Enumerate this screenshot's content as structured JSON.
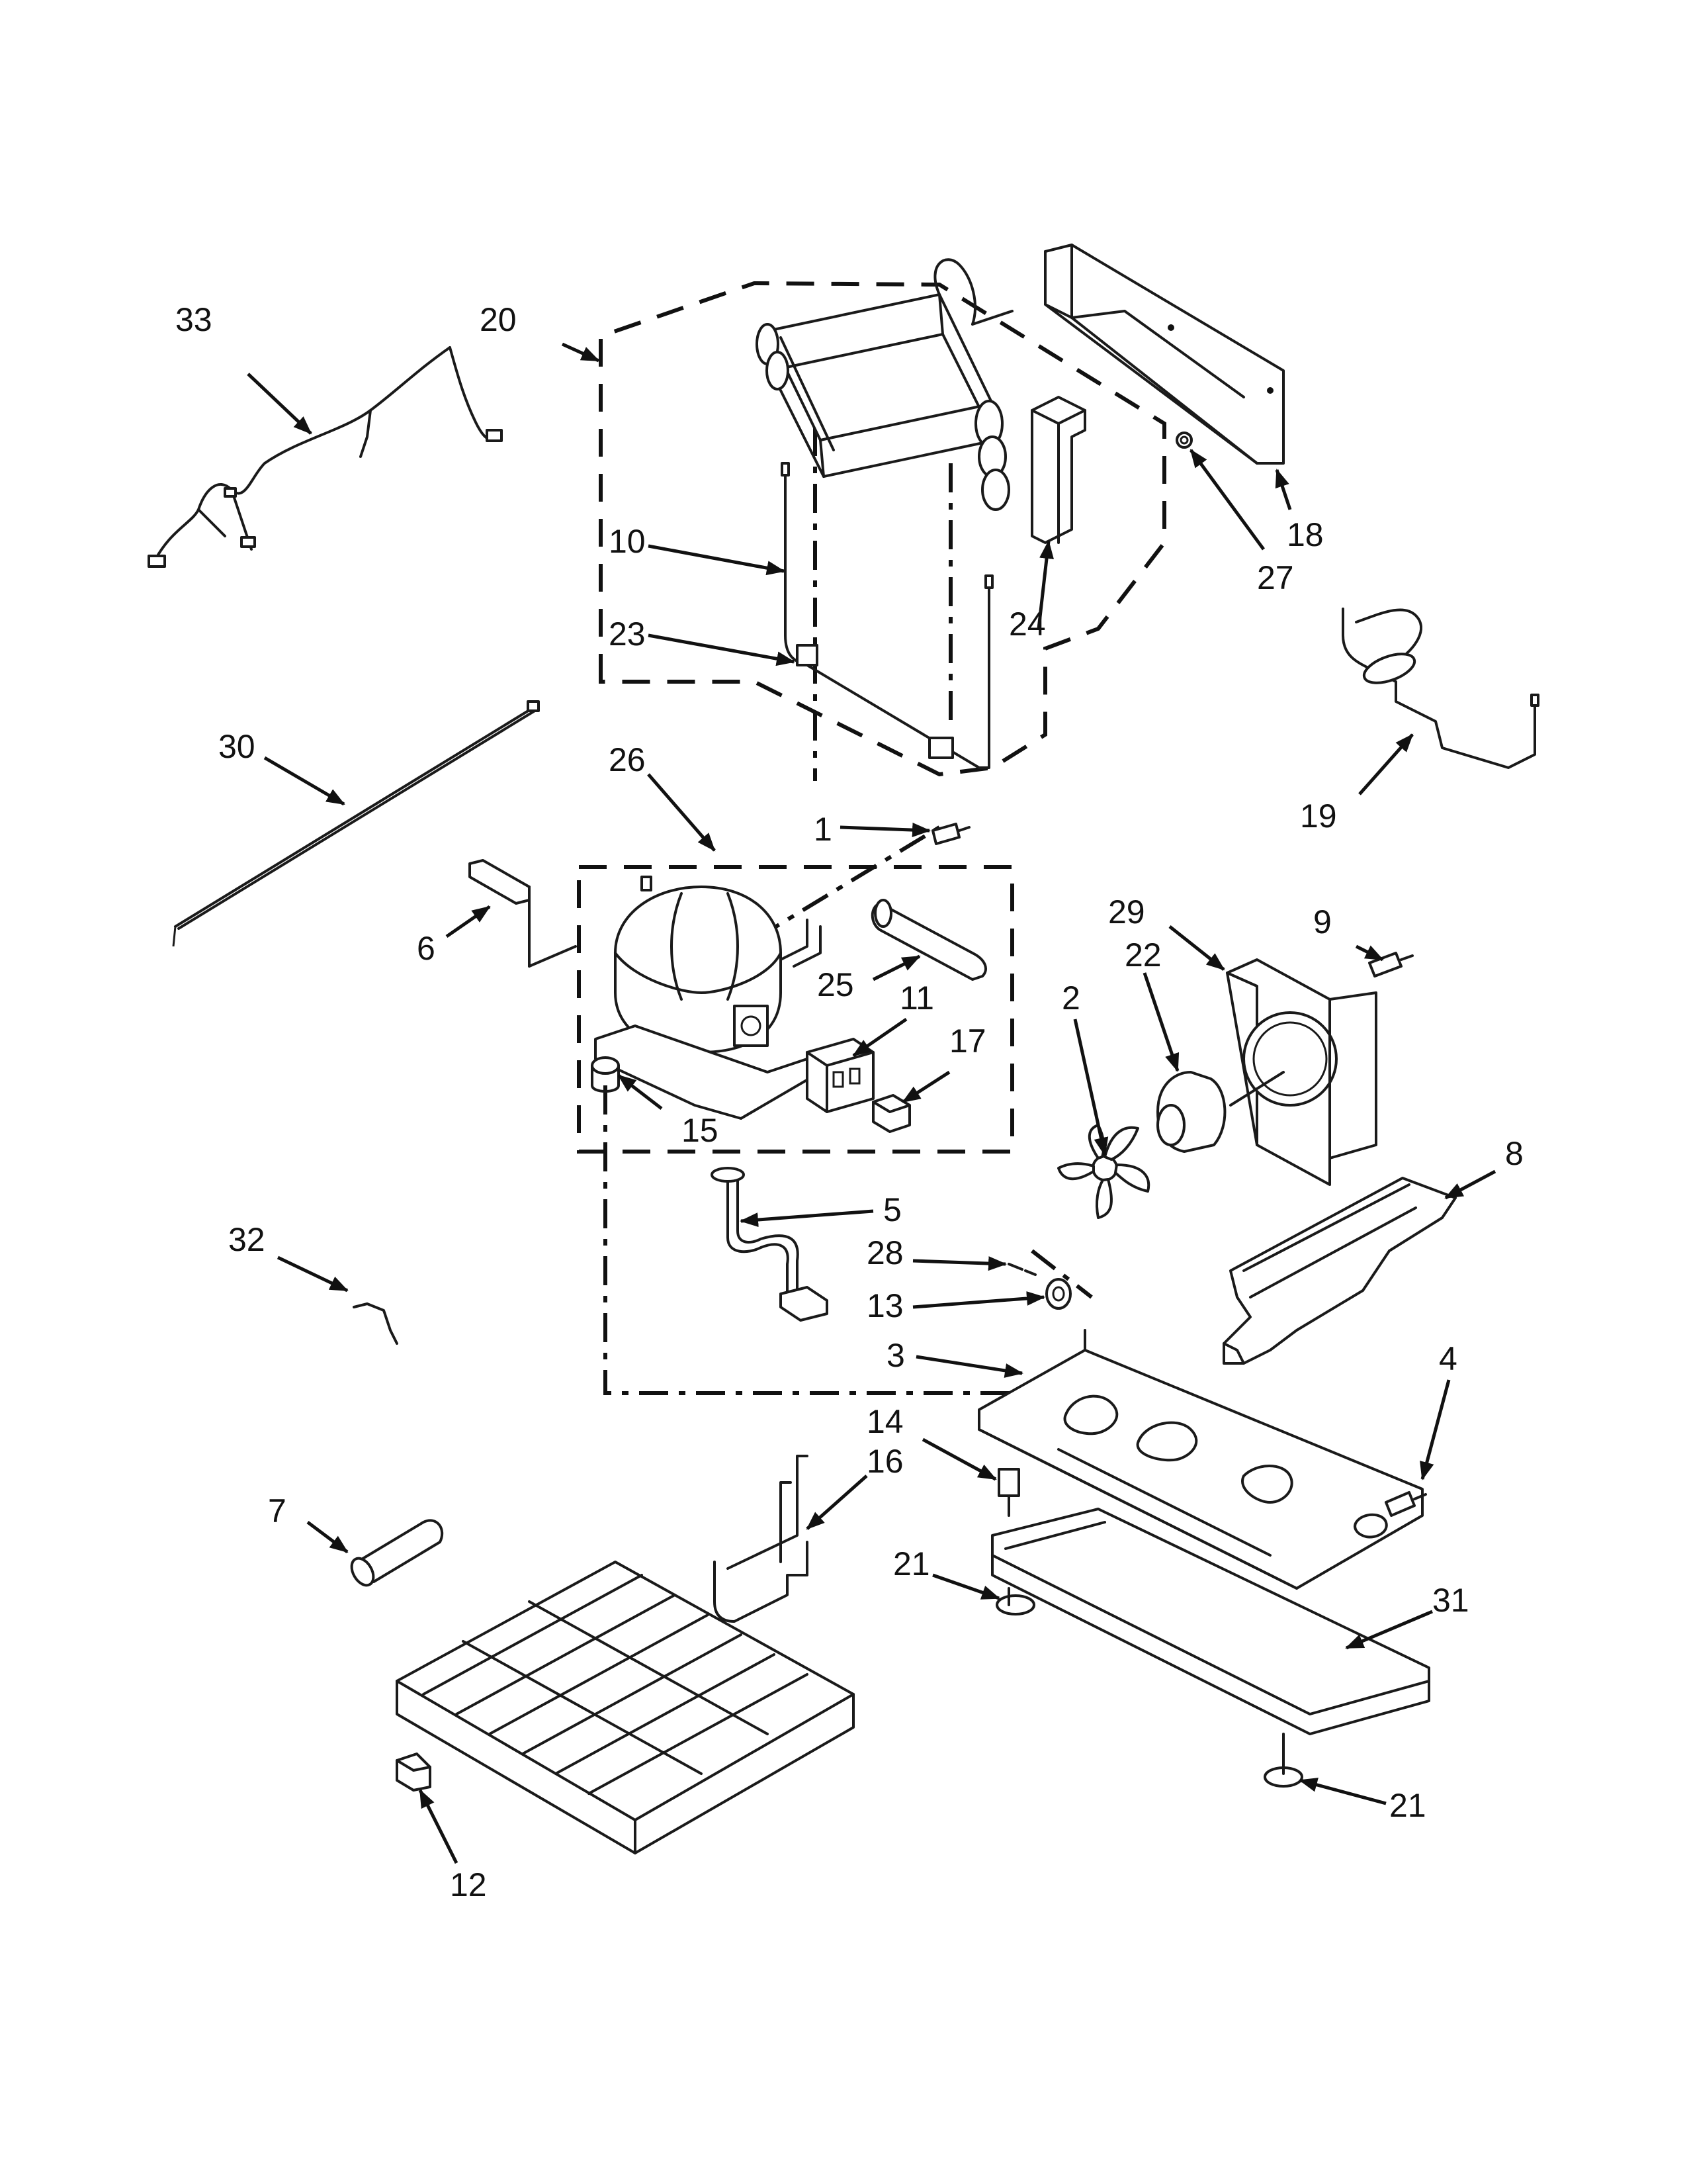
{
  "labels": {
    "l1": "1",
    "l2": "2",
    "l3": "3",
    "l4": "4",
    "l5": "5",
    "l6": "6",
    "l7": "7",
    "l8": "8",
    "l9": "9",
    "l10": "10",
    "l11": "11",
    "l12": "12",
    "l13": "13",
    "l14": "14",
    "l15": "15",
    "l16": "16",
    "l17": "17",
    "l18": "18",
    "l19": "19",
    "l20": "20",
    "l21a": "21",
    "l21b": "21",
    "l22": "22",
    "l23": "23",
    "l24": "24",
    "l25": "25",
    "l26": "26",
    "l27": "27",
    "l28": "28",
    "l29": "29",
    "l30": "30",
    "l31": "31",
    "l32": "32",
    "l33": "33"
  }
}
